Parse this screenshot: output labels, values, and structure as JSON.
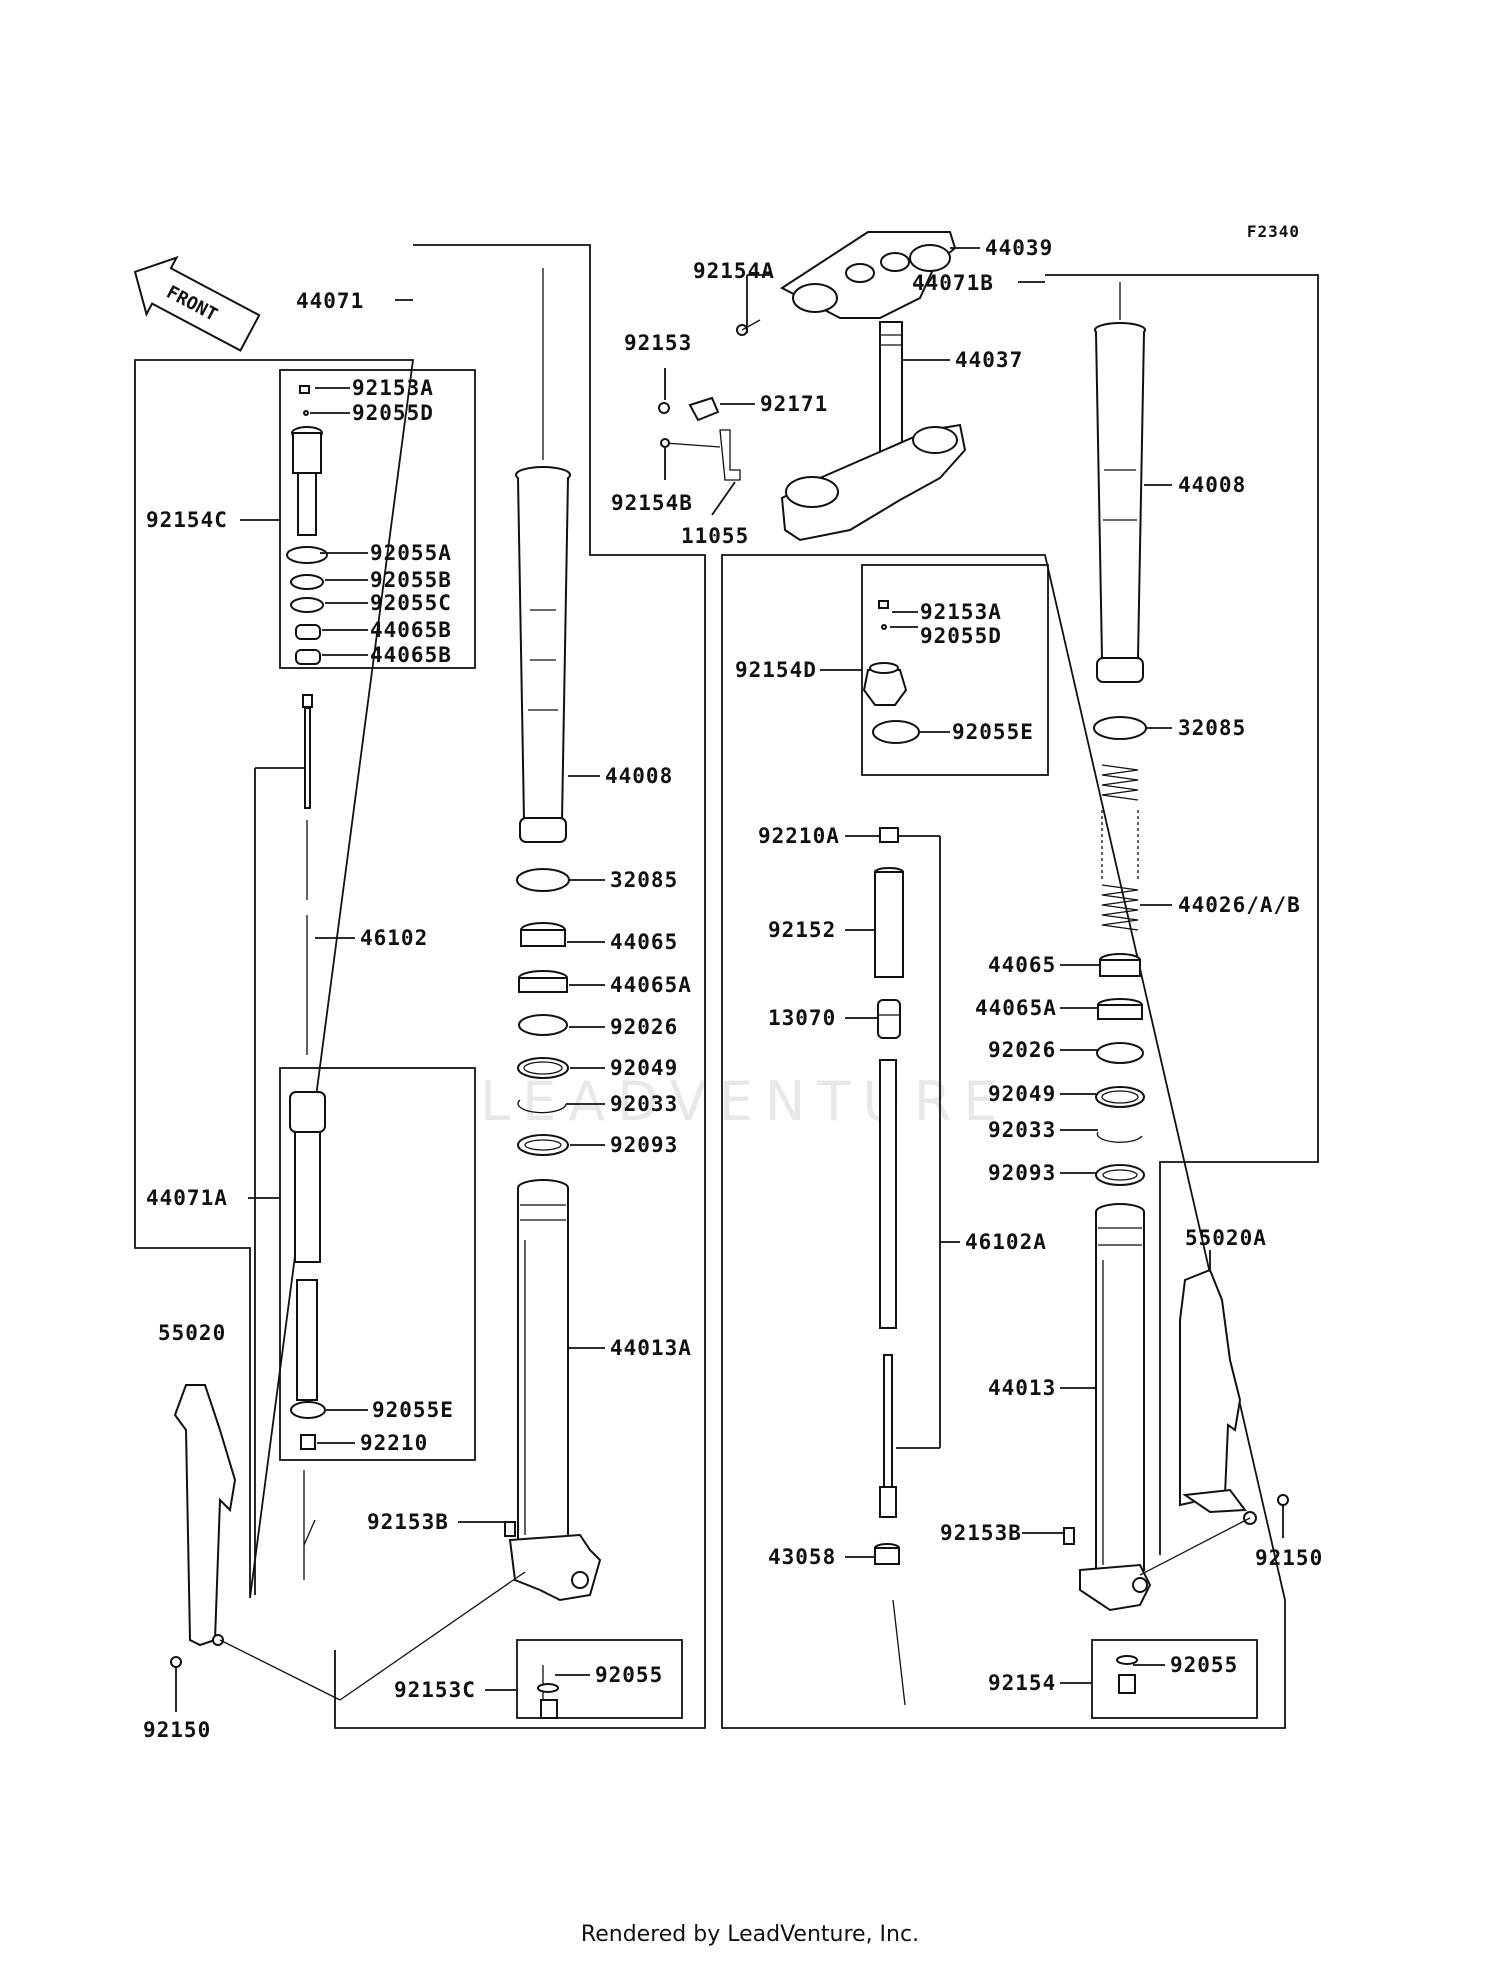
{
  "diagram_code": "F2340",
  "front_label": "FRONT",
  "watermark": "LEADVENTURE",
  "footer": "Rendered by LeadVenture, Inc.",
  "labels": {
    "p44039": "44039",
    "p92154A": "92154A",
    "p44071": "44071",
    "p44071B": "44071B",
    "p92153": "92153",
    "p44037": "44037",
    "p92171": "92171",
    "p92154B": "92154B",
    "p11055": "11055",
    "l92153A": "92153A",
    "l92055D": "92055D",
    "p92154C": "92154C",
    "p92055A": "92055A",
    "p92055B": "92055B",
    "p92055C": "92055C",
    "p44065B_1": "44065B",
    "p44065B_2": "44065B",
    "l44008": "44008",
    "l32085": "32085",
    "p46102": "46102",
    "l44065": "44065",
    "l44065A": "44065A",
    "l92026": "92026",
    "l92049": "92049",
    "l92033": "92033",
    "l92093": "92093",
    "p44071A": "44071A",
    "p44013A": "44013A",
    "p55020": "55020",
    "l92055E": "92055E",
    "p92210": "92210",
    "l92153B": "92153B",
    "p92153C": "92153C",
    "l92055": "92055",
    "l92150": "92150",
    "r92153A": "92153A",
    "r92055D": "92055D",
    "p92154D": "92154D",
    "r92055E": "92055E",
    "p92210A": "92210A",
    "p92152": "92152",
    "p13070": "13070",
    "p46102A": "46102A",
    "p43058": "43058",
    "r44008": "44008",
    "r32085": "32085",
    "p44026AB": "44026/A/B",
    "r44065": "44065",
    "r44065A": "44065A",
    "r92026": "92026",
    "r92049": "92049",
    "r92033": "92033",
    "r92093": "92093",
    "p55020A": "55020A",
    "p44013": "44013",
    "r92153B": "92153B",
    "r92150": "92150",
    "p92154": "92154",
    "r92055": "92055"
  }
}
